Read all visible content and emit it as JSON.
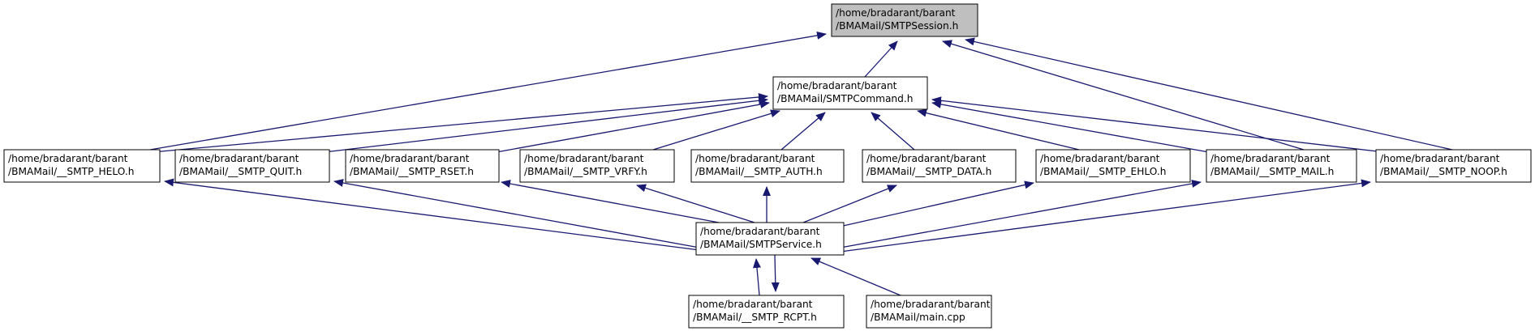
{
  "graph": {
    "colors": {
      "edge": "#191970",
      "node_border": "#000000",
      "node_fill": "#ffffff",
      "highlight_fill": "#bfbfbf",
      "background": "#ffffff"
    },
    "nodes": [
      {
        "id": "smtpsession",
        "lines": [
          "/home/bradarant/barant",
          "/BMAMail/SMTPSession.h"
        ],
        "highlighted": true
      },
      {
        "id": "smtpcommand",
        "lines": [
          "/home/bradarant/barant",
          "/BMAMail/SMTPCommand.h"
        ],
        "highlighted": false
      },
      {
        "id": "smtp-helo",
        "lines": [
          "/home/bradarant/barant",
          "/BMAMail/__SMTP_HELO.h"
        ],
        "highlighted": false
      },
      {
        "id": "smtp-quit",
        "lines": [
          "/home/bradarant/barant",
          "/BMAMail/__SMTP_QUIT.h"
        ],
        "highlighted": false
      },
      {
        "id": "smtp-rset",
        "lines": [
          "/home/bradarant/barant",
          "/BMAMail/__SMTP_RSET.h"
        ],
        "highlighted": false
      },
      {
        "id": "smtp-vrfy",
        "lines": [
          "/home/bradarant/barant",
          "/BMAMail/__SMTP_VRFY.h"
        ],
        "highlighted": false
      },
      {
        "id": "smtp-auth",
        "lines": [
          "/home/bradarant/barant",
          "/BMAMail/__SMTP_AUTH.h"
        ],
        "highlighted": false
      },
      {
        "id": "smtp-data",
        "lines": [
          "/home/bradarant/barant",
          "/BMAMail/__SMTP_DATA.h"
        ],
        "highlighted": false
      },
      {
        "id": "smtp-ehlo",
        "lines": [
          "/home/bradarant/barant",
          "/BMAMail/__SMTP_EHLO.h"
        ],
        "highlighted": false
      },
      {
        "id": "smtp-mail",
        "lines": [
          "/home/bradarant/barant",
          "/BMAMail/__SMTP_MAIL.h"
        ],
        "highlighted": false
      },
      {
        "id": "smtp-noop",
        "lines": [
          "/home/bradarant/barant",
          "/BMAMail/__SMTP_NOOP.h"
        ],
        "highlighted": false
      },
      {
        "id": "smtpservice",
        "lines": [
          "/home/bradarant/barant",
          "/BMAMail/SMTPService.h"
        ],
        "highlighted": false
      },
      {
        "id": "smtp-rcpt",
        "lines": [
          "/home/bradarant/barant",
          "/BMAMail/__SMTP_RCPT.h"
        ],
        "highlighted": false
      },
      {
        "id": "main-cpp",
        "lines": [
          "/home/bradarant/barant",
          "/BMAMail/main.cpp"
        ],
        "highlighted": false
      }
    ],
    "edges": [
      {
        "from": "smtpcommand",
        "to": "smtpsession"
      },
      {
        "from": "smtp-helo",
        "to": "smtpsession"
      },
      {
        "from": "smtp-mail",
        "to": "smtpsession"
      },
      {
        "from": "smtp-noop",
        "to": "smtpsession"
      },
      {
        "from": "smtp-helo",
        "to": "smtpcommand"
      },
      {
        "from": "smtp-quit",
        "to": "smtpcommand"
      },
      {
        "from": "smtp-rset",
        "to": "smtpcommand"
      },
      {
        "from": "smtp-vrfy",
        "to": "smtpcommand"
      },
      {
        "from": "smtp-auth",
        "to": "smtpcommand"
      },
      {
        "from": "smtp-data",
        "to": "smtpcommand"
      },
      {
        "from": "smtp-ehlo",
        "to": "smtpcommand"
      },
      {
        "from": "smtp-mail",
        "to": "smtpcommand"
      },
      {
        "from": "smtp-noop",
        "to": "smtpcommand"
      },
      {
        "from": "smtpservice",
        "to": "smtp-helo"
      },
      {
        "from": "smtpservice",
        "to": "smtp-quit"
      },
      {
        "from": "smtpservice",
        "to": "smtp-rset"
      },
      {
        "from": "smtpservice",
        "to": "smtp-vrfy"
      },
      {
        "from": "smtpservice",
        "to": "smtp-auth"
      },
      {
        "from": "smtpservice",
        "to": "smtp-data"
      },
      {
        "from": "smtpservice",
        "to": "smtp-ehlo"
      },
      {
        "from": "smtpservice",
        "to": "smtp-mail"
      },
      {
        "from": "smtpservice",
        "to": "smtp-noop"
      },
      {
        "from": "smtp-rcpt",
        "to": "smtpservice"
      },
      {
        "from": "smtpservice",
        "to": "smtp-rcpt"
      },
      {
        "from": "main-cpp",
        "to": "smtpservice"
      }
    ]
  }
}
